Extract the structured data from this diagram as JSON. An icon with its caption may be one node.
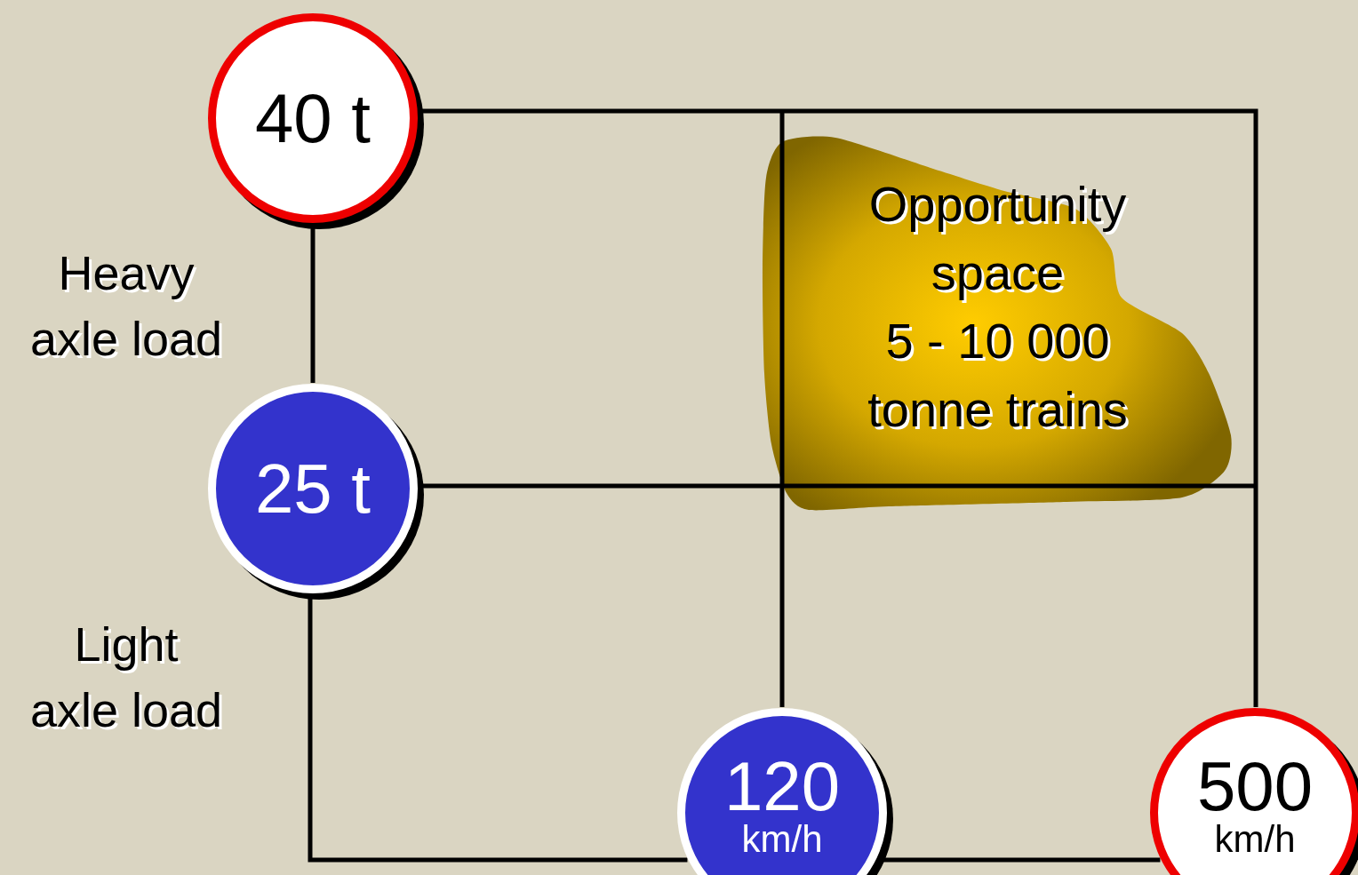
{
  "diagram": {
    "nodes": [
      {
        "text": [
          "40 t"
        ]
      },
      {
        "text": [
          "Opportunity space",
          "5 - 10 000 tonne trains"
        ]
      },
      {
        "text": [
          "25 t"
        ]
      },
      {
        "text": [
          "120",
          "km/h"
        ]
      },
      {
        "text": [
          "500",
          "km/h"
        ]
      }
    ],
    "edges": [
      {
        "from": 0,
        "to": 2,
        "arrow": "none"
      },
      {
        "from": 2,
        "to": 3,
        "arrow": "none"
      },
      {
        "from": 3,
        "to": 4,
        "arrow": "none"
      },
      {
        "from": 0,
        "to": 4,
        "arrow": "none"
      },
      {
        "from": 2,
        "to": null,
        "arrow": "none"
      },
      {
        "from": 3,
        "to": null,
        "arrow": "none"
      }
    ],
    "labels": [
      "Heavy axle load",
      "Light axle load"
    ]
  }
}
